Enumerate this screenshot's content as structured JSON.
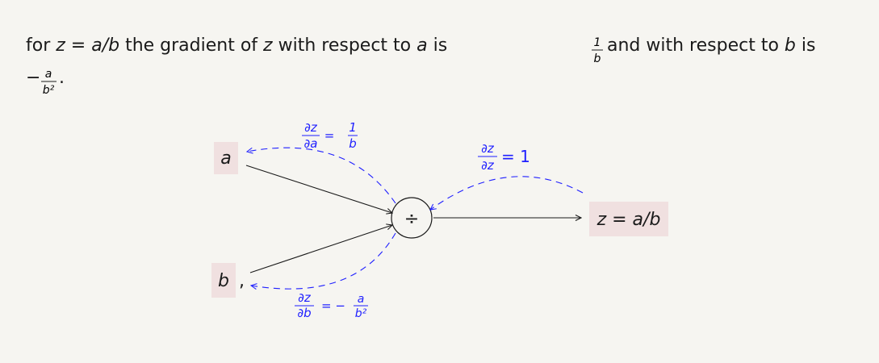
{
  "intro": {
    "p1": "for ",
    "z_expr": "z = a/b",
    "p2": " the gradient of ",
    "z": "z",
    "p3": " with respect to ",
    "a": "a",
    "p4": " is ",
    "frac1_num": "1",
    "frac1_den": "b",
    "p5": " and with respect to ",
    "b": "b",
    "p6": " is",
    "minus": "−",
    "frac2_num": "a",
    "frac2_den": "b²",
    "end": "."
  },
  "diagram": {
    "node_a": "a",
    "node_b": "b",
    "comma": ",",
    "operator": "÷",
    "node_z": "z = a/b",
    "grad_a": {
      "num": "∂z",
      "den": "∂a",
      "eq": "=",
      "rnum": "1",
      "rden": "b"
    },
    "grad_z": {
      "num": "∂z",
      "den": "∂z",
      "eq": "= 1"
    },
    "grad_b": {
      "num": "∂z",
      "den": "∂b",
      "eq": "= −",
      "rnum": "a",
      "rden": "b²"
    },
    "colors": {
      "forward": "#1a1a1a",
      "backward": "#1f1fff",
      "node_fill": "#f0e0e0"
    }
  }
}
